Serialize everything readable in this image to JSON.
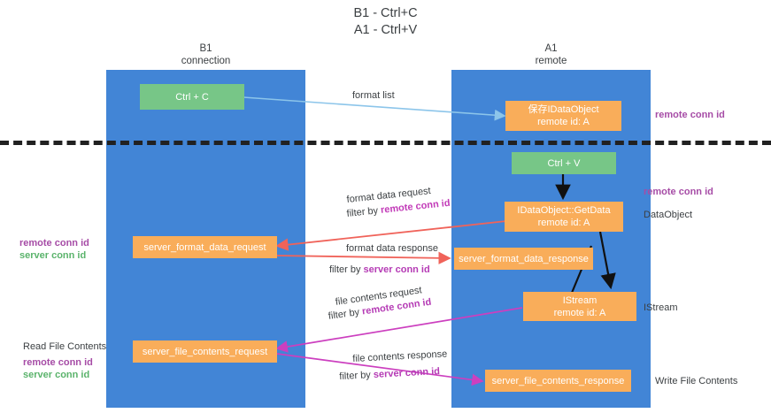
{
  "title": "B1 - Ctrl+C\nA1 - Ctrl+V",
  "lanes": [
    {
      "name": "b1",
      "title": "B1\nconnection"
    },
    {
      "name": "a1",
      "title": "A1\nremote"
    }
  ],
  "nodes": {
    "ctrl_c": {
      "label": "Ctrl + C",
      "color": "#77c687"
    },
    "ctrl_v": {
      "label": "Ctrl + V",
      "color": "#77c687"
    },
    "save_idataobject": {
      "line1": "保存IDataObject",
      "line2": "remote id: A",
      "color": "#f9ad5a"
    },
    "getdata": {
      "line1": "IDataObject::GetData",
      "line2": "remote id: A",
      "color": "#f9ad5a"
    },
    "istream": {
      "line1": "IStream",
      "line2": "remote id: A",
      "color": "#f9ad5a"
    },
    "server_format_data_request": {
      "label": "server_format_data_request",
      "color": "#f9ad5a"
    },
    "server_format_data_response": {
      "label": "server_format_data_response",
      "color": "#f9ad5a"
    },
    "server_file_contents_request": {
      "label": "server_file_contents_request",
      "color": "#f9ad5a"
    },
    "server_file_contents_response": {
      "label": "server_file_contents_response",
      "color": "#f9ad5a"
    }
  },
  "edge_labels": {
    "format_list": "format list",
    "format_data_request": "format data request",
    "format_data_request_filter_prefix": "filter by ",
    "format_data_request_filter_key": "remote conn id",
    "format_data_response": "format data response",
    "format_data_response_filter_prefix": "filter by ",
    "format_data_response_filter_key": "server conn id",
    "file_contents_request": "file contents request",
    "file_contents_request_filter_prefix": "filter by ",
    "file_contents_request_filter_key": "remote conn id",
    "file_contents_response": "file contents response",
    "file_contents_response_filter_prefix": "filter by ",
    "file_contents_response_filter_key": "server conn id"
  },
  "side_labels": {
    "remote_conn_id_top": "remote conn id",
    "remote_conn_id_mid": "remote conn id",
    "dataobject": "DataObject",
    "istream": "IStream",
    "write_file_contents": "Write File Contents",
    "read_file_contents": "Read File Contents",
    "left_remote_conn_id_mid": "remote conn id",
    "left_server_conn_id_mid": "server conn id",
    "left_remote_conn_id_bottom": "remote conn id",
    "left_server_conn_id_bottom": "server conn id"
  },
  "colors": {
    "lane": "#4285d6",
    "node_orange": "#f9ad5a",
    "node_green": "#77c687",
    "purple": "#a64ca6",
    "green_text": "#5ab36b",
    "arrow_blue": "#8cc5ea",
    "arrow_red": "#f0635a",
    "arrow_magenta": "#cc3fbf",
    "arrow_black": "#111111",
    "divider": "#212121"
  }
}
